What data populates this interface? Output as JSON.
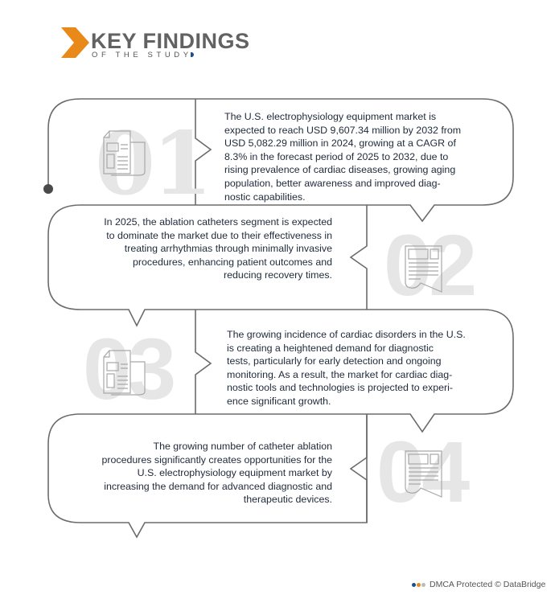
{
  "header": {
    "title": "KEY FINDINGS",
    "subtitle": "OF THE STUDY",
    "accent_color": "#e8891a"
  },
  "findings": [
    {
      "number": "01",
      "icon": "newspaper-icon",
      "lines": [
        "The U.S. electrophysiology equipment market is",
        "expected to reach USD 9,607.34 million by 2032 from",
        "USD 5,082.29 million in 2024, growing at a CAGR of",
        "8.3% in the forecast period of 2025 to 2032, due to",
        "rising prevalence of cardiac diseases, growing aging",
        "population, better awareness and improved diag-",
        "nostic capabilities."
      ]
    },
    {
      "number": "02",
      "icon": "newspaper-icon",
      "lines": [
        "In 2025, the ablation catheters segment is expected",
        "to dominate the market due to their effectiveness in",
        "treating arrhythmias through minimally invasive",
        "procedures, enhancing patient outcomes and",
        "reducing recovery times."
      ]
    },
    {
      "number": "03",
      "icon": "newspaper-icon",
      "lines": [
        "The growing incidence of cardiac disorders in the U.S.",
        "is creating a heightened demand for diagnostic",
        "tests, particularly for early detection and ongoing",
        "monitoring. As a result, the market for cardiac diag-",
        "nostic tools and technologies is projected to experi-",
        "ence significant growth."
      ]
    },
    {
      "number": "04",
      "icon": "newspaper-icon",
      "lines": [
        "The growing number of catheter ablation",
        "procedures significantly creates opportunities for the",
        "U.S. electrophysiology equipment market by",
        "increasing the demand for advanced diagnostic and",
        "therapeutic devices."
      ]
    }
  ],
  "footer": {
    "text": "DMCA Protected © DataBridge",
    "dot_colors": [
      "#1e4f8c",
      "#e8891a",
      "#bbbbbb"
    ]
  }
}
